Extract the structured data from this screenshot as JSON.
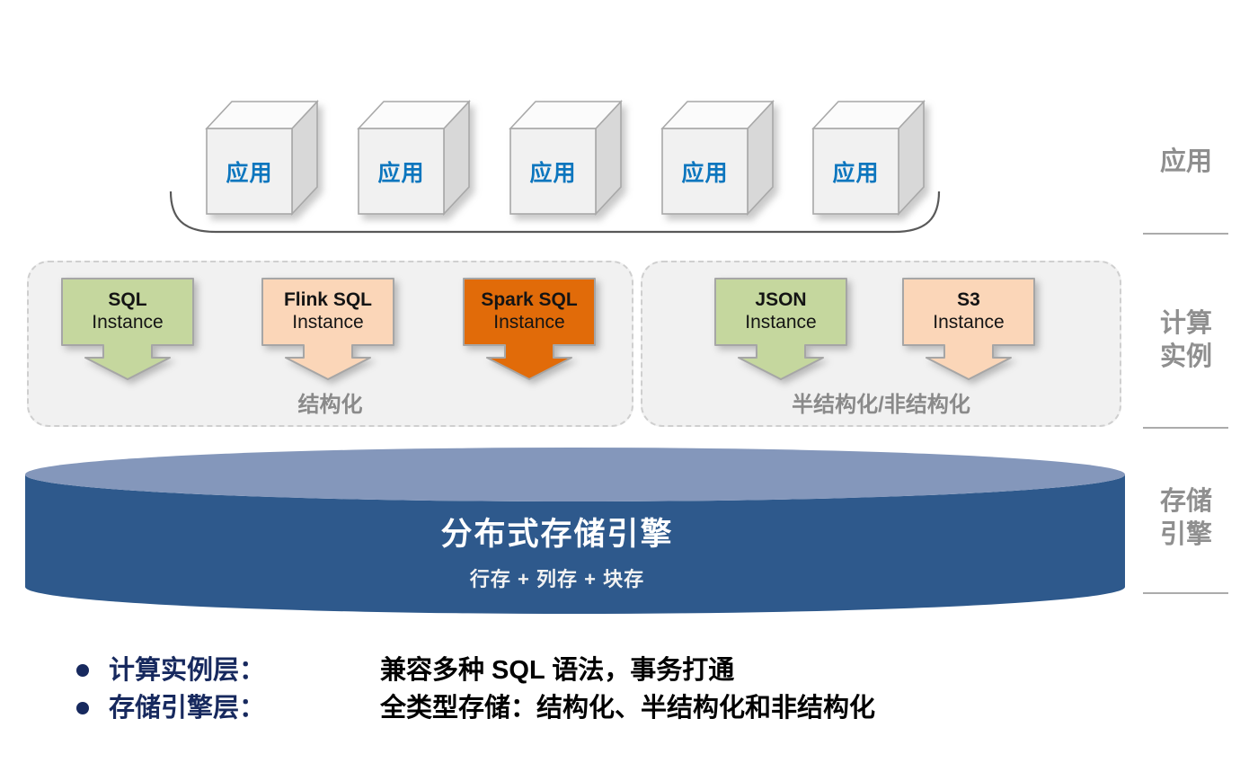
{
  "colors": {
    "app_blue": "#0d76be",
    "green": "#c5d79e",
    "peach": "#fbd6b8",
    "orange": "#e16b09",
    "cylinder_body": "#2e598c",
    "cylinder_top": "#8497bb",
    "navy": "#17295e",
    "gray_label": "#8f8f8f"
  },
  "app_layer": {
    "side_label": "应用",
    "nodes": [
      {
        "label": "应用"
      },
      {
        "label": "应用"
      },
      {
        "label": "应用"
      },
      {
        "label": "应用"
      },
      {
        "label": "应用"
      }
    ]
  },
  "compute_layer": {
    "side_label_line1": "计算",
    "side_label_line2": "实例",
    "groups": [
      {
        "caption": "结构化",
        "instances": [
          {
            "name": "SQL",
            "type": "Instance",
            "color": "#c5d79e"
          },
          {
            "name": "Flink SQL",
            "type": "Instance",
            "color": "#fbd6b8"
          },
          {
            "name": "Spark SQL",
            "type": "Instance",
            "color": "#e16b09"
          }
        ]
      },
      {
        "caption": "半结构化/非结构化",
        "instances": [
          {
            "name": "JSON",
            "type": "Instance",
            "color": "#c5d79e"
          },
          {
            "name": "S3",
            "type": "Instance",
            "color": "#fbd6b8"
          }
        ]
      }
    ]
  },
  "storage_layer": {
    "side_label_line1": "存储",
    "side_label_line2": "引擎",
    "title": "分布式存储引擎",
    "subtitle": "行存 + 列存 + 块存"
  },
  "legend": {
    "items": [
      {
        "label": "计算实例层：",
        "desc": "兼容多种 SQL 语法，事务打通"
      },
      {
        "label": "存储引擎层：",
        "desc": "全类型存储：结构化、半结构化和非结构化"
      }
    ]
  }
}
